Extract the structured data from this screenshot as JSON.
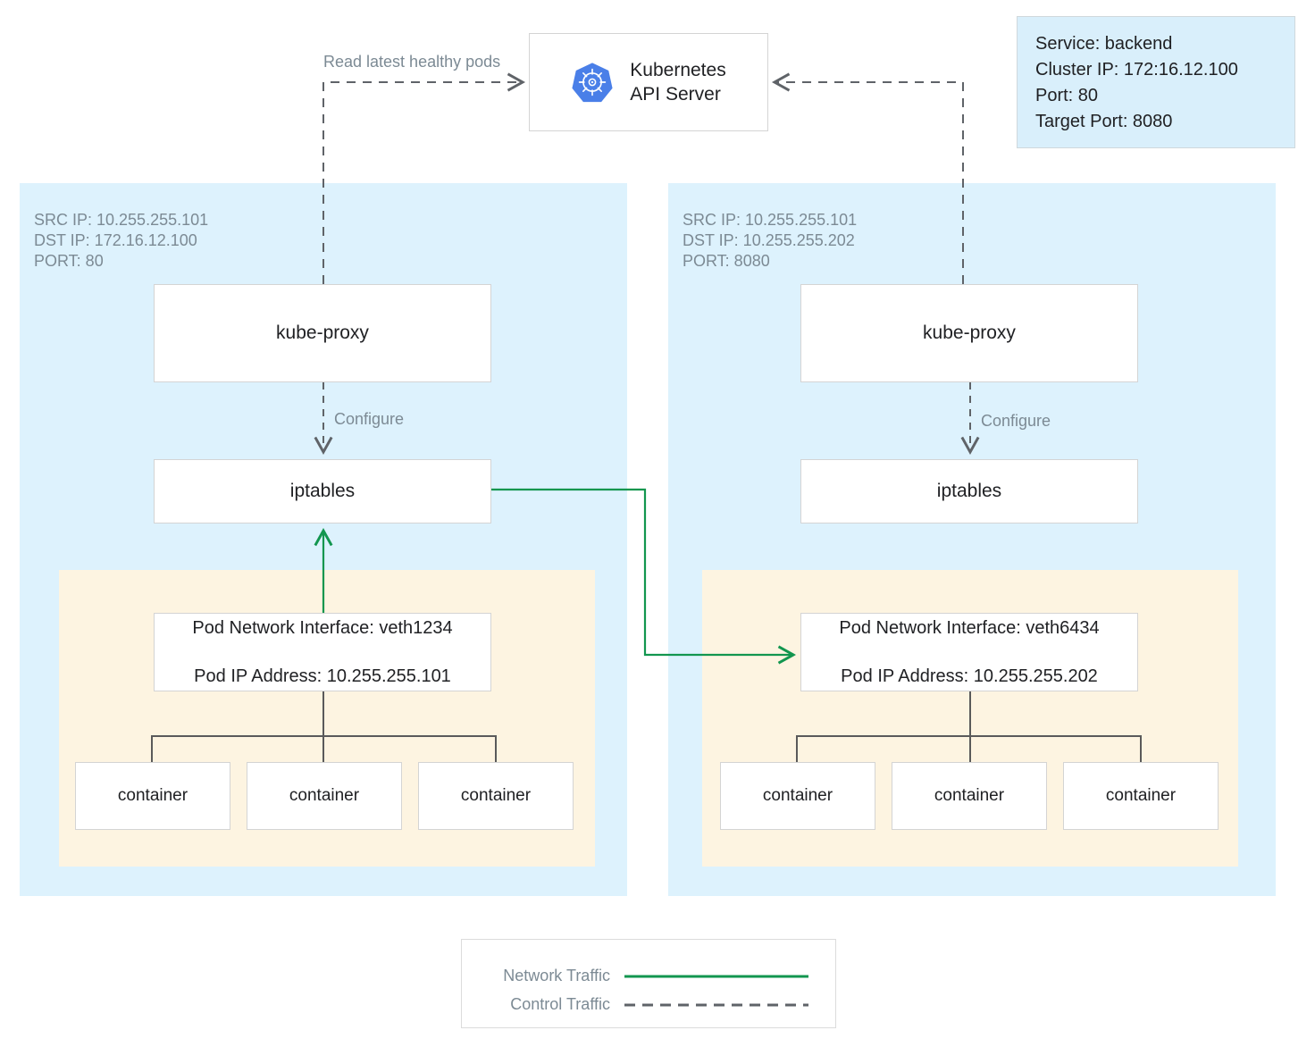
{
  "colors": {
    "network_traffic": "#12964f",
    "control_traffic": "#5f6368",
    "node_background": "#ddf2fd",
    "pod_background": "#fdf4e1",
    "service_box_background": "#d9effb",
    "k8s_logo_blue": "#4a7fe8",
    "connector_gray": "#5a5a5a",
    "meta_text": "#7c8a94"
  },
  "api_server": {
    "title": "Kubernetes\nAPI Server",
    "logo_icon": "kubernetes-logo-icon"
  },
  "service_info": {
    "lines": [
      "Service: backend",
      "Cluster IP: 172:16.12.100",
      "Port: 80",
      "Target Port: 8080"
    ]
  },
  "edge_labels": {
    "read_latest": "Read latest healthy pods",
    "configure_left": "Configure",
    "configure_right": "Configure"
  },
  "nodes": [
    {
      "id": "left",
      "meta": [
        "SRC IP: 10.255.255.101",
        "DST IP: 172.16.12.100",
        "PORT: 80"
      ],
      "kube_proxy_label": "kube-proxy",
      "iptables_label": "iptables",
      "pod": {
        "interface_line": "Pod Network Interface: veth1234",
        "ip_line": "Pod IP Address: 10.255.255.101",
        "containers": [
          "container",
          "container",
          "container"
        ]
      }
    },
    {
      "id": "right",
      "meta": [
        "SRC IP: 10.255.255.101",
        "DST IP: 10.255.255.202",
        "PORT: 8080"
      ],
      "kube_proxy_label": "kube-proxy",
      "iptables_label": "iptables",
      "pod": {
        "interface_line": "Pod Network Interface: veth6434",
        "ip_line": "Pod IP Address: 10.255.255.202",
        "containers": [
          "container",
          "container",
          "container"
        ]
      }
    }
  ],
  "legend": {
    "network_traffic_label": "Network Traffic",
    "control_traffic_label": "Control Traffic"
  }
}
